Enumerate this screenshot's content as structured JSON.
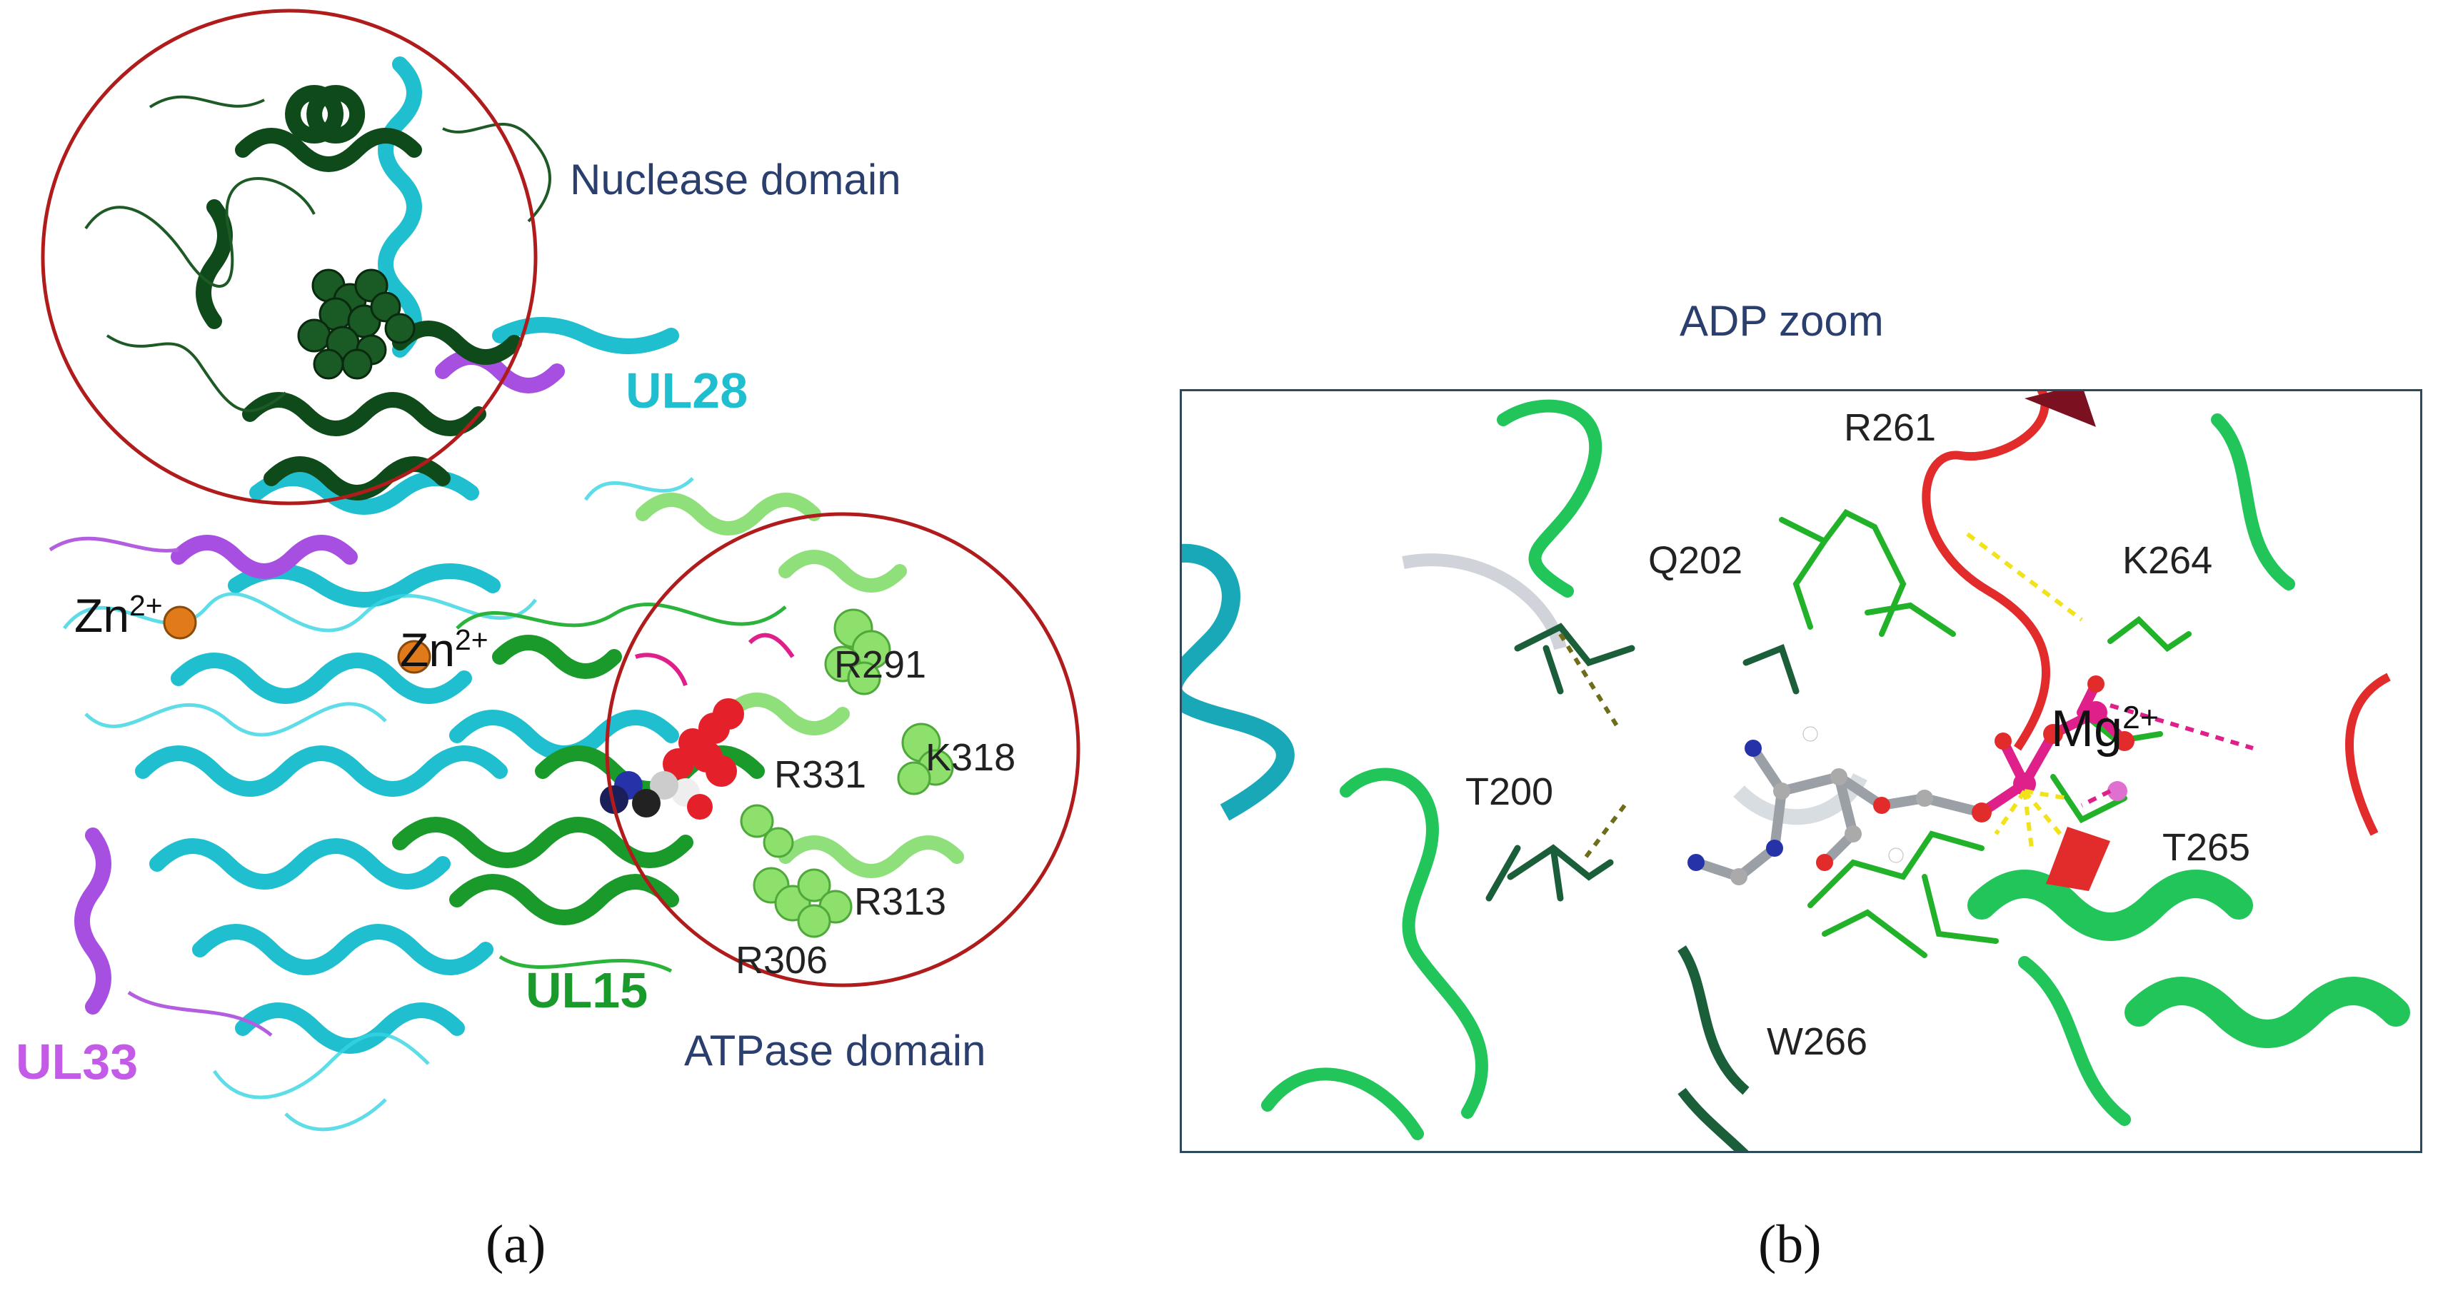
{
  "panel_a": {
    "caption": "(a)",
    "domain_labels": {
      "nuclease": "Nuclease domain",
      "atpase": "ATPase domain"
    },
    "chain_labels": {
      "ul28": "UL28",
      "ul15": "UL15",
      "ul33": "UL33"
    },
    "ion_labels": {
      "zn_left": "Zn",
      "zn_right": "Zn",
      "charge": "2+"
    },
    "residues": [
      "R291",
      "K318",
      "R331",
      "R313",
      "R306"
    ],
    "colors": {
      "ul28": "#1fbfd0",
      "ul15": "#1a9a2a",
      "ul33": "#b35de0",
      "nuclease": "#0f4a1a",
      "atpase_light": "#8fe07a",
      "circle": "#b01c1c",
      "zinc": "#e07a1a"
    }
  },
  "panel_b": {
    "caption": "(b)",
    "title": "ADP zoom",
    "residues": {
      "r261": "R261",
      "q202": "Q202",
      "k264": "K264",
      "t200": "T200",
      "t265": "T265",
      "w266": "W266"
    },
    "ion": {
      "symbol": "Mg",
      "charge": "2+"
    },
    "colors": {
      "helix_green": "#21c55a",
      "dark_green": "#1b5e3a",
      "red_loop": "#e22b2b",
      "phosphate": "#e0208a",
      "hbond": "#f2e21a",
      "cyan": "#18a8b8"
    }
  }
}
